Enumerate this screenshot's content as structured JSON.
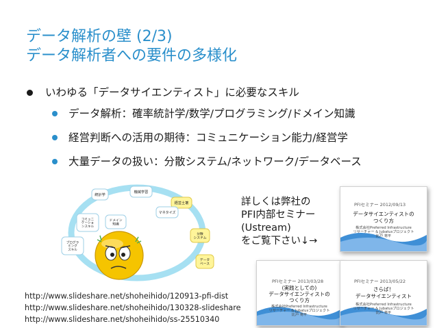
{
  "title": {
    "line1": "データ解析の壁 (2/3)",
    "line2": "データ解析者への要件の多様化"
  },
  "bullets": {
    "main": "いわゆる「データサイエンティスト」に必要なスキル",
    "sub": [
      "データ解析：確率統計学/数学/プログラミング/ドメイン知識",
      "経営判断への活用の期待：コミュニケーション能力/経営学",
      "大量データの扱い：分散システム/ネットワーク/データベース"
    ]
  },
  "diagram": {
    "nodes": [
      "統計学",
      "機械学習",
      "経営土壌",
      "コミュニ\nケーショ\nンスキル",
      "ドメイン\n知識",
      "マネタイズ",
      "分散\nシステム",
      "プログラ\nミング\nスキル",
      "データ\nベース"
    ]
  },
  "info": {
    "lines": [
      "詳しくは弊社の",
      "PFI内部セミナー",
      "(Ustream)",
      "をご覧下さい↓→"
    ]
  },
  "thumbs": [
    {
      "tag": "PFIセミナー 2012/09/13",
      "title": [
        "データサイエンティストの",
        "つくり方"
      ],
      "sub": [
        "株式会社Preferred Infrastructure",
        "リサーチャー & Jubatusプロジェクト",
        "比戸 将平"
      ]
    },
    {
      "tag": "PFIセミナー 2013/03/28",
      "title": [
        "(実践としての)",
        "データサイエンティストの",
        "つくり方"
      ],
      "sub": [
        "株式会社Preferred Infrastructure",
        "リサーチャー & Jubatusプロジェクト",
        "比戸 将平"
      ]
    },
    {
      "tag": "PFIセミナー 2013/05/22",
      "title": [
        "さらば！",
        "データサイエンティスト"
      ],
      "sub": [
        "株式会社Preferred Infrastructure",
        "リサーチャー & Jubatusプロジェクト",
        "比戸 将平"
      ]
    }
  ],
  "links": [
    "http://www.slideshare.net/shoheihido/120913-pfi-dist",
    "http://www.slideshare.net/shoheihido/130328-slideshare",
    "http://www.slideshare.net/shoheihido/ss-25510340"
  ],
  "colors": {
    "accent": "#2a8fcb",
    "wave": "#3f8fd6",
    "face": "#f5c400"
  }
}
